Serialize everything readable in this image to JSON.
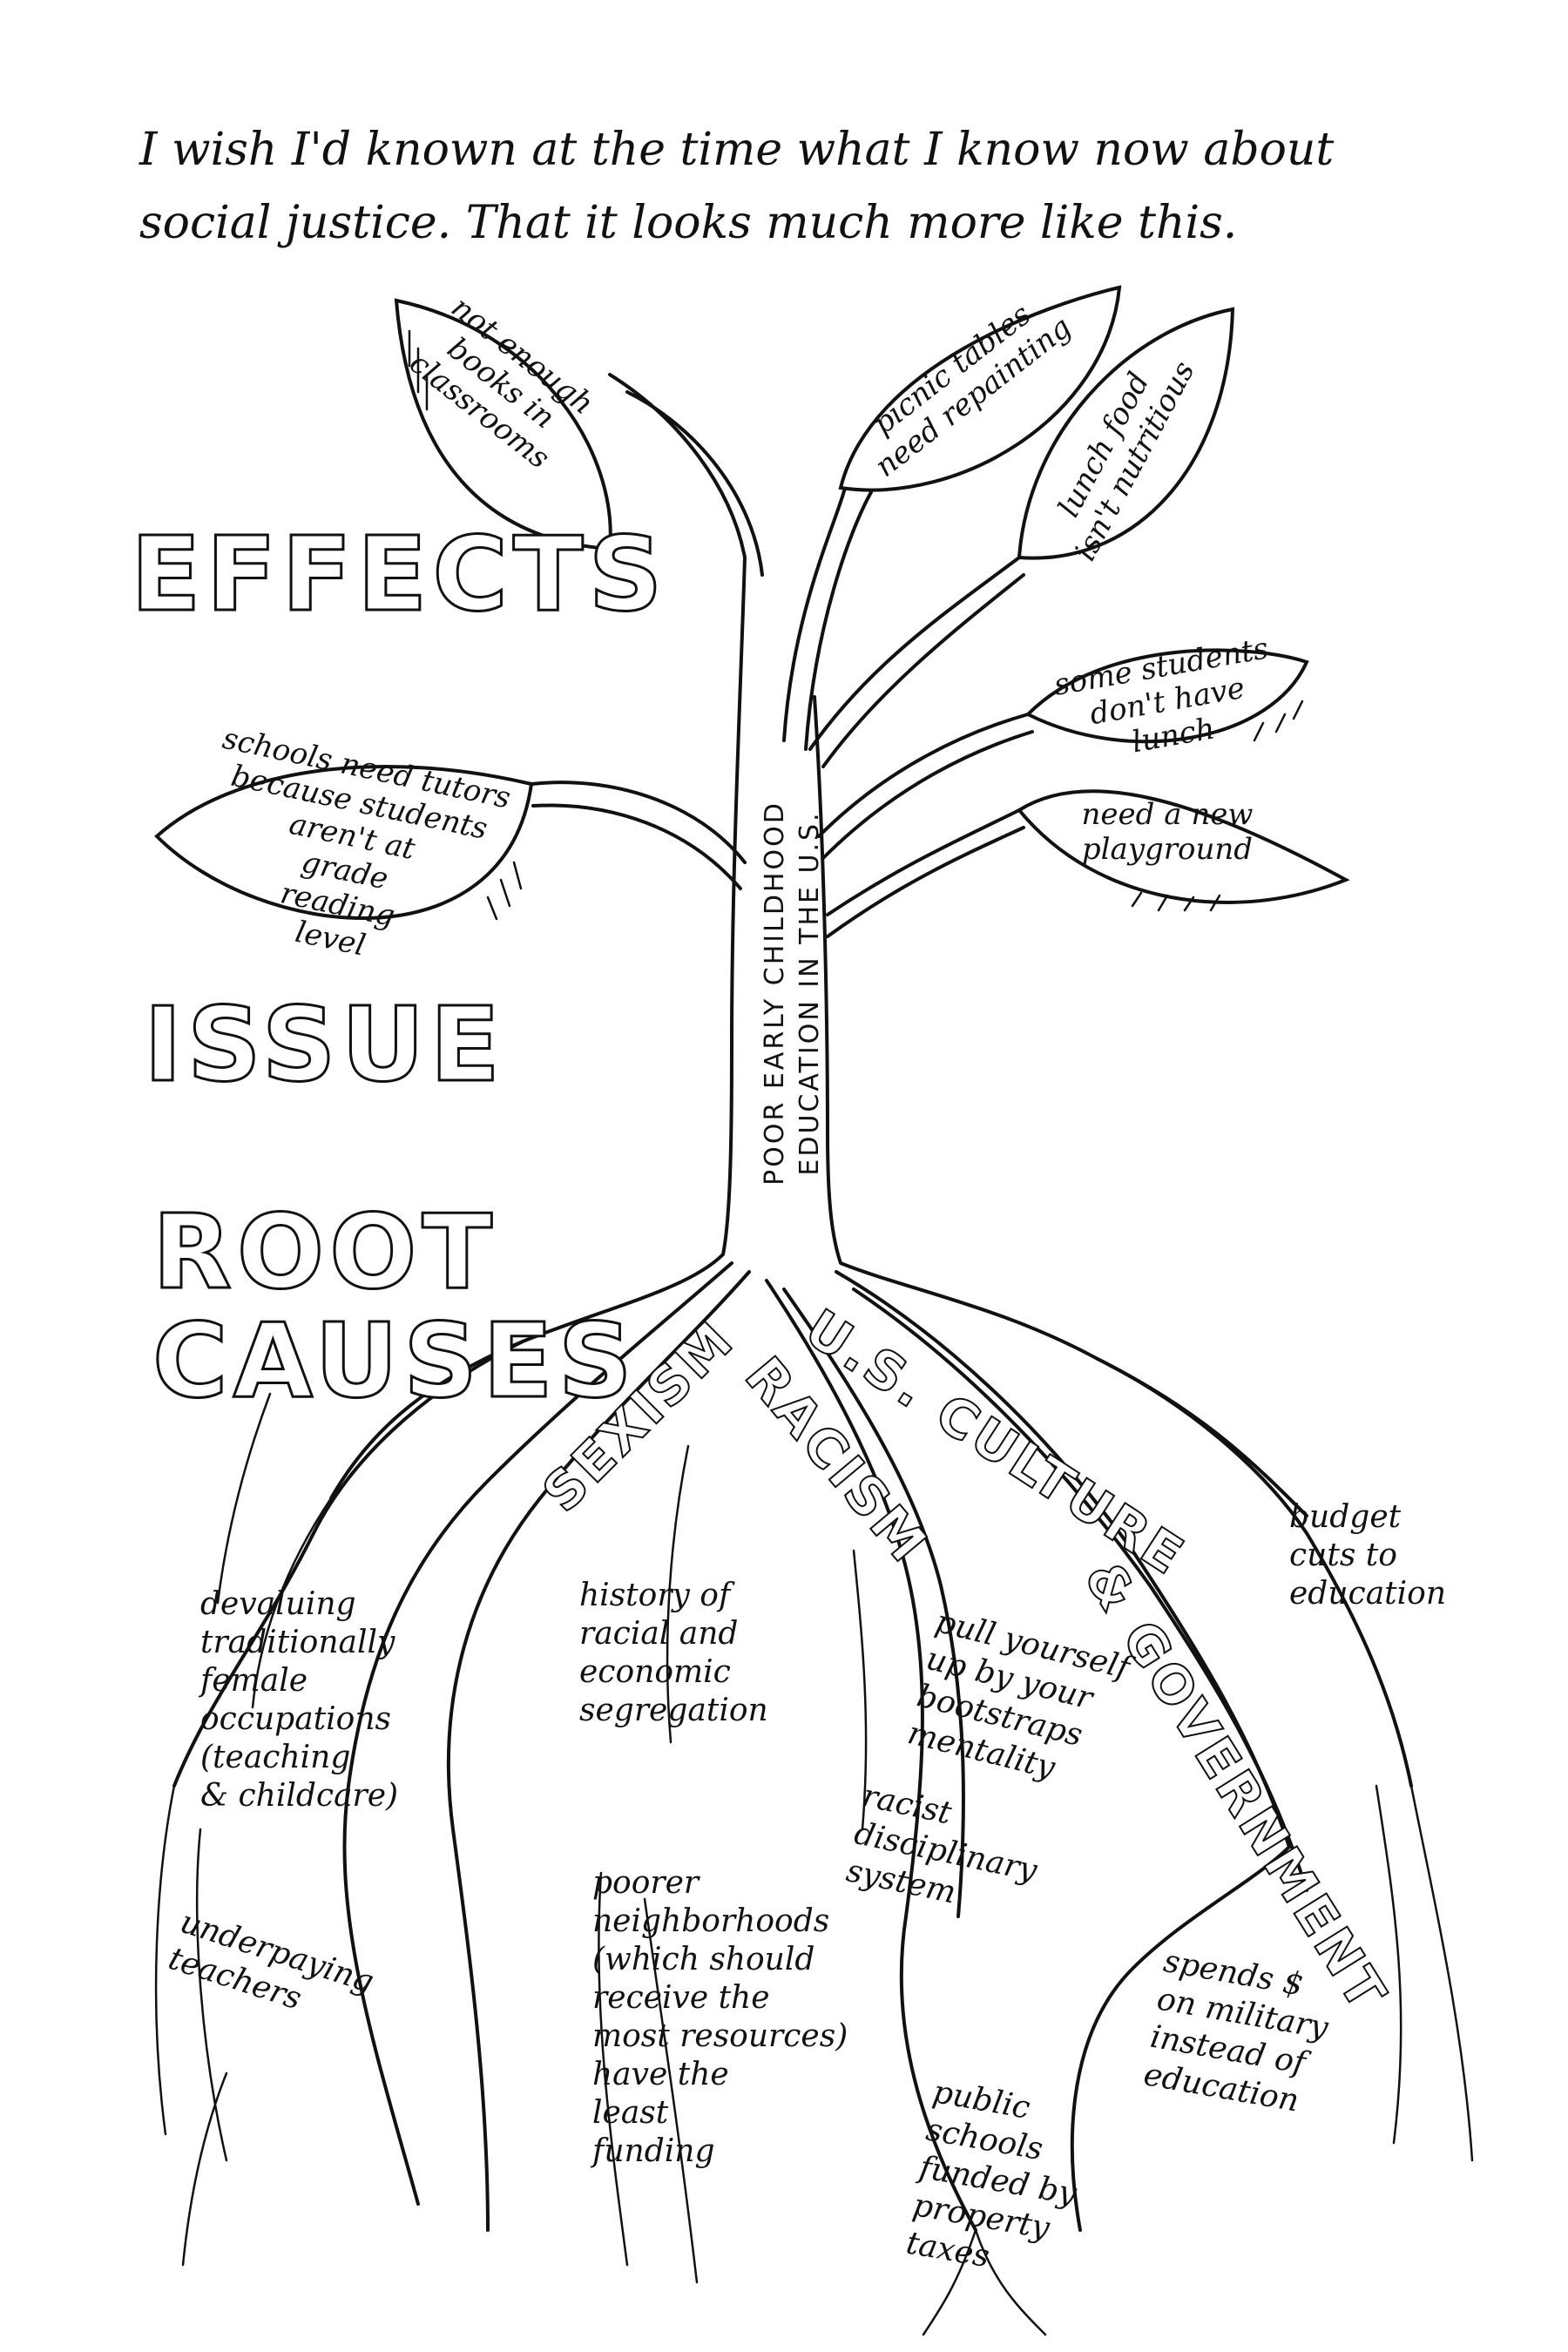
{
  "intro": "I wish I'd known at the time what I know now about social justice. That it looks much more like this.",
  "sections": {
    "effects": "EFFECTS",
    "issue": "ISSUE",
    "root_causes": "ROOT\nCAUSES"
  },
  "trunk_label": "POOR EARLY CHILDHOOD\nEDUCATION IN THE U.S.",
  "effects": [
    "not enough\nbooks in\nclassrooms",
    "picnic tables\nneed repainting",
    "lunch food\nisn't nutritious",
    "some students\ndon't have\nlunch",
    "need a new\nplayground",
    "schools need tutors\nbecause students\naren't at\ngrade\nreading\nlevel"
  ],
  "root_labels": [
    "SEXISM",
    "RACISM",
    "U.S. CULTURE",
    "& GOVERNMENT"
  ],
  "root_causes": [
    "devaluing\ntraditionally\nfemale\noccupations\n(teaching\n& childcare)",
    "underpaying\nteachers",
    "history of\nracial and\neconomic\nsegregation",
    "poorer\nneighborhoods\n(which should\nreceive the\nmost resources)\nhave the\nleast\nfunding",
    "pull yourself\nup by your bootstraps\nmentality",
    "racist\ndisciplinary\nsystem",
    "public\nschools\nfunded by\nproperty\ntaxes",
    "budget\ncuts to\neducation",
    "spends $\non military\ninstead of\neducation"
  ]
}
